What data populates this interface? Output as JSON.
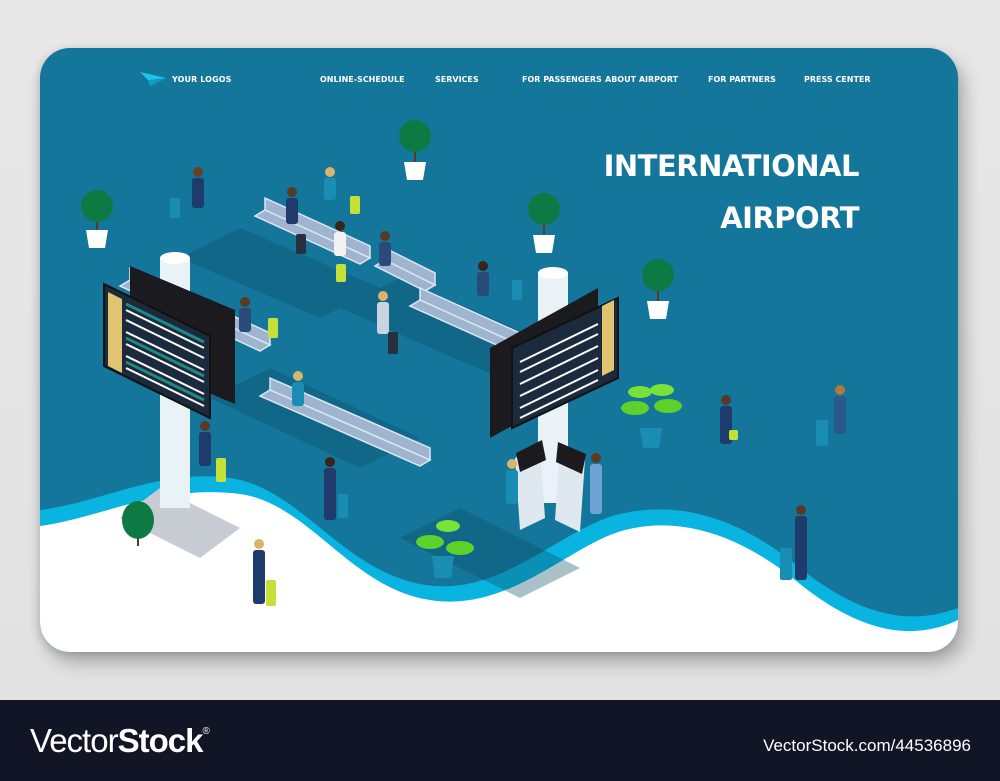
{
  "page": {
    "background_color": "#e4e4e4"
  },
  "card": {
    "primary_color": "#13769a",
    "wave_accent_color": "#0ab4e0",
    "floor_color": "#ffffff"
  },
  "nav": {
    "logo": {
      "icon": "paper-plane-icon",
      "label": "YOUR LOGOS",
      "icon_color": "#1fc2ee"
    },
    "items": [
      {
        "label": "ONLINE-SCHEDULE"
      },
      {
        "label": "SERVICES"
      },
      {
        "label": "FOR PASSENGERS"
      },
      {
        "label": "ABOUT AIRPORT"
      },
      {
        "label": "FOR PARTNERS"
      },
      {
        "label": "PRESS CENTER"
      }
    ]
  },
  "hero": {
    "title_line1": "INTERNATIONAL",
    "title_line2": "AIRPORT"
  },
  "illustration": {
    "description": "Isometric airport departure lounge",
    "elements": [
      "flight-information-board",
      "flight-information-board",
      "waiting-seat-row",
      "waiting-seat-row",
      "waiting-seat-row",
      "waiting-seat-row",
      "self-check-in-kiosk",
      "self-check-in-kiosk",
      "potted-tree",
      "potted-tree",
      "potted-tree",
      "potted-tree",
      "potted-tree",
      "leafy-plant",
      "leafy-plant",
      "travelers-with-luggage"
    ]
  },
  "watermark": {
    "brand_light": "Vector",
    "brand_bold": "Stock",
    "registered": "®",
    "image_id": "VectorStock.com/44536896",
    "background_color": "#121526"
  }
}
